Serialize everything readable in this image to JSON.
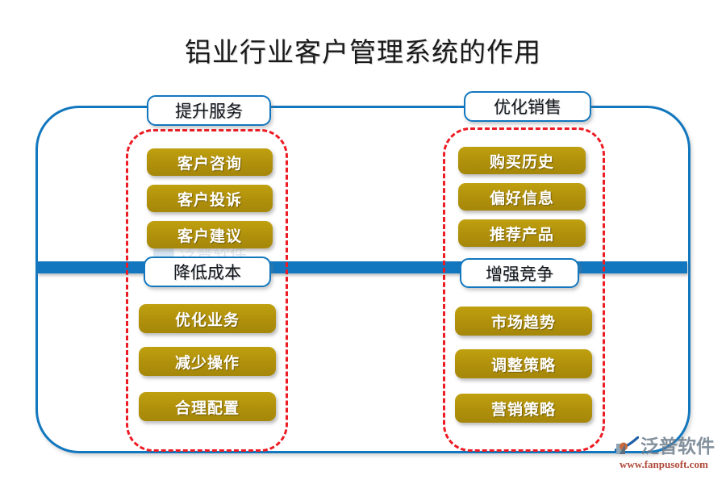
{
  "title": "铝业行业客户管理系统的作用",
  "colors": {
    "frame_blue": "#1277BE",
    "bar_blue": "#1277BE",
    "dashed_red": "#ED1C24",
    "item_gold": "#B0900B",
    "pill_bg": "#FFFFFF",
    "title_text": "#1A1A1A",
    "item_text": "#FFFFFF",
    "brand_url_red": "#B04A3A",
    "brand_name_gray": "#6E7E8C"
  },
  "branches": [
    {
      "id": "improve-service",
      "header": "提升服务",
      "position": "left-top",
      "items": [
        "客户咨询",
        "客户投诉",
        "客户建议"
      ]
    },
    {
      "id": "optimize-sales",
      "header": "优化销售",
      "position": "right-top",
      "items": [
        "购买历史",
        "偏好信息",
        "推荐产品"
      ]
    },
    {
      "id": "reduce-cost",
      "header": "降低成本",
      "position": "left-bottom",
      "items": [
        "优化业务",
        "减少操作",
        "合理配置"
      ]
    },
    {
      "id": "enhance-competitiveness",
      "header": "增强竞争",
      "position": "right-bottom",
      "items": [
        "市场趋势",
        "调整策略",
        "营销策略"
      ]
    }
  ],
  "watermark": {
    "text": "泛普软件"
  },
  "brand": {
    "name": "泛普软件",
    "url": "www.fanpusoft.com",
    "logo_icon": "fanpu-swoosh-logo"
  }
}
